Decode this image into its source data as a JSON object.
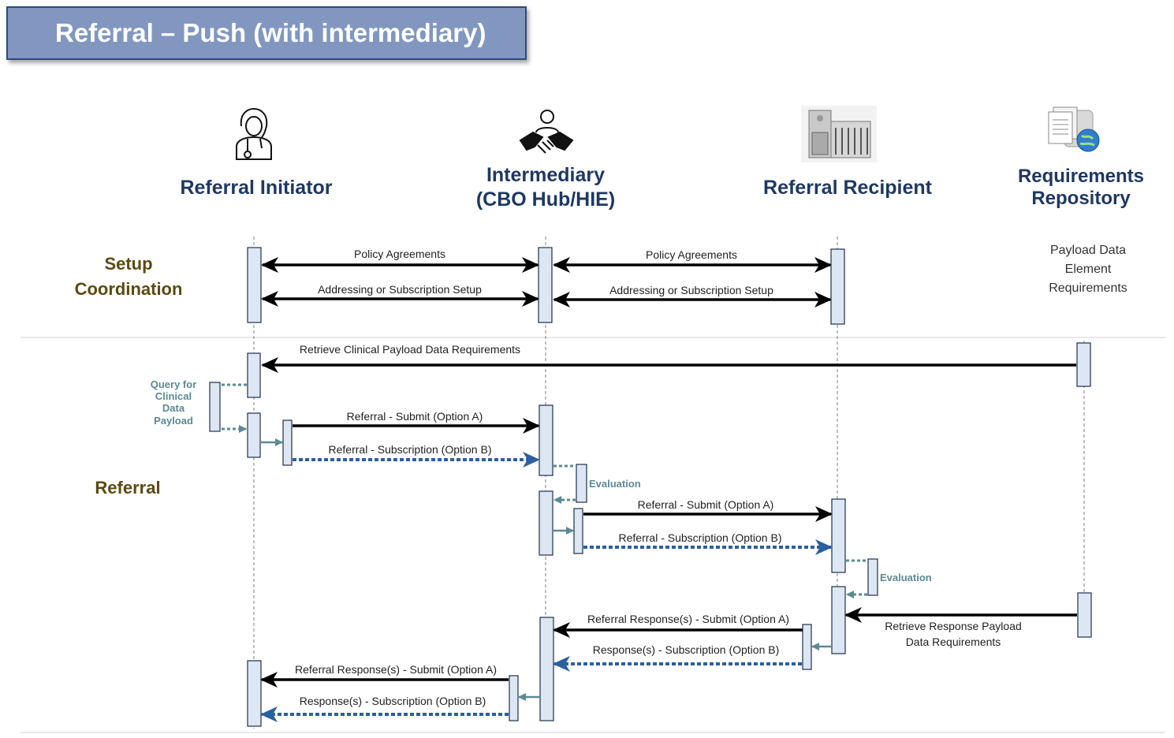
{
  "title": "Referral – Push (with intermediary)",
  "actors": {
    "initiator": "Referral Initiator",
    "intermediary_line1": "Intermediary",
    "intermediary_line2": "(CBO Hub/HIE)",
    "recipient": "Referral Recipient",
    "repository_line1": "Requirements",
    "repository_line2": "Repository"
  },
  "icons": {
    "initiator": "doctor-icon",
    "intermediary": "handshake-icon",
    "recipient": "building-icon",
    "repository": "database-globe-icon"
  },
  "sections": {
    "setup_line1": "Setup",
    "setup_line2": "Coordination",
    "referral": "Referral"
  },
  "notes": {
    "repo_line1": "Payload Data",
    "repo_line2": "Element",
    "repo_line3": "Requirements",
    "query_line1": "Query for",
    "query_line2": "Clinical",
    "query_line3": "Data",
    "query_line4": "Payload",
    "evaluation": "Evaluation"
  },
  "messages": {
    "policy": "Policy Agreements",
    "addressing": "Addressing or Subscription Setup",
    "retrieve_clinical": "Retrieve Clinical Payload Data Requirements",
    "submit_a": "Referral - Submit (Option A)",
    "subscription_b": "Referral - Subscription (Option B)",
    "response_submit_a": "Referral Response(s) - Submit (Option A)",
    "response_subscription_b": "Response(s) - Subscription (Option B)",
    "retrieve_response_line1": "Retrieve Response Payload",
    "retrieve_response_line2": "Data Requirements"
  },
  "colors": {
    "title_bg": "#8197c0",
    "actor_text": "#1f3864",
    "section_text": "#5c4a12",
    "solid_arrow": "#000000",
    "dotted_arrow": "#2a5fa0",
    "internal_arrow": "#5b8a94",
    "activation_fill": "#dde7f3"
  }
}
